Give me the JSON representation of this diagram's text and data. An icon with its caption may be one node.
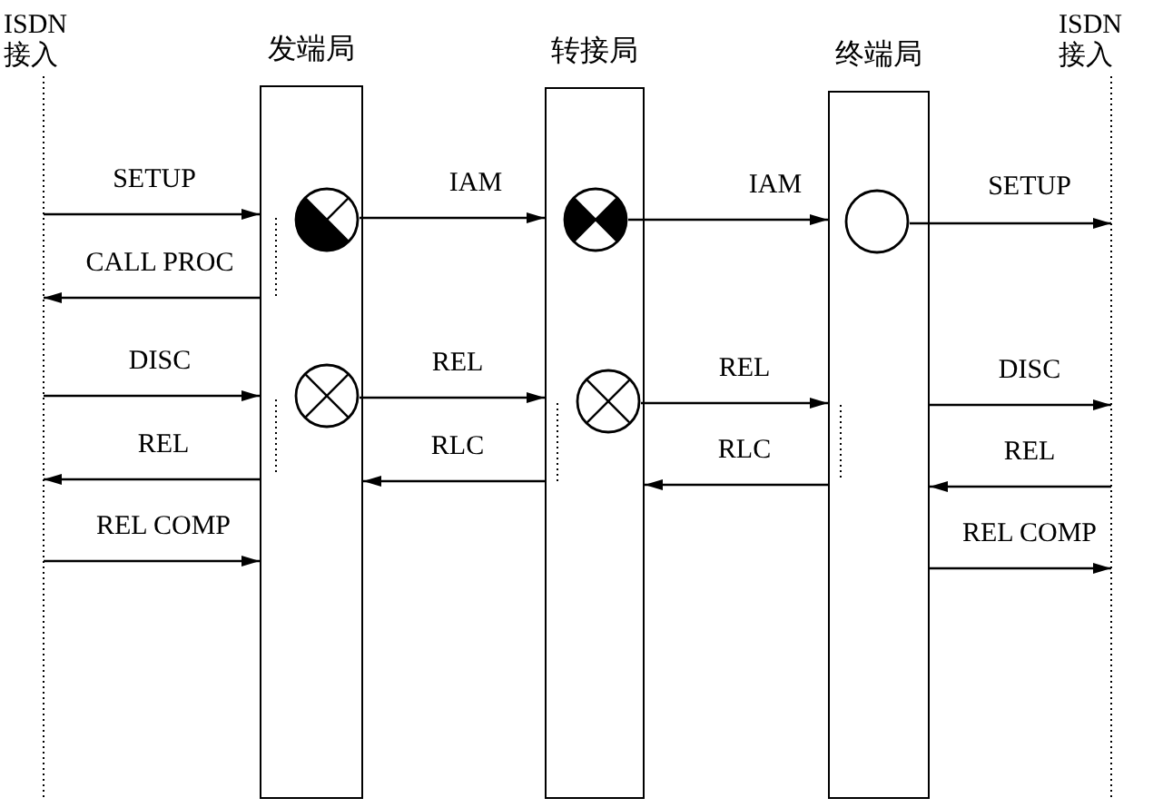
{
  "diagram": {
    "nodes": [
      {
        "text": [
          "ISDN 接入"
        ]
      },
      {
        "text": [
          "发端局"
        ]
      },
      {
        "text": [
          "转接局"
        ]
      },
      {
        "text": [
          "终端局"
        ]
      },
      {
        "text": [
          "ISDN 接入"
        ]
      },
      {
        "text": [],
        "shape": "circle",
        "in": 1
      },
      {
        "text": [],
        "shape": "circle",
        "in": 1
      },
      {
        "text": [],
        "shape": "circle",
        "in": 2
      },
      {
        "text": [],
        "shape": "circle",
        "in": 2
      },
      {
        "text": [],
        "shape": "circle",
        "in": 3
      }
    ],
    "edges": [
      {
        "from": 0,
        "to": 1,
        "arrow": "to",
        "label": "SETUP"
      },
      {
        "from": 5,
        "to": 2,
        "arrow": "to",
        "label": "IAM"
      },
      {
        "from": 7,
        "to": 3,
        "arrow": "to",
        "label": "IAM"
      },
      {
        "from": 9,
        "to": 4,
        "arrow": "to",
        "label": "SETUP"
      },
      {
        "from": 1,
        "to": 0,
        "arrow": "to",
        "label": "CALL PROC"
      },
      {
        "from": 0,
        "to": 1,
        "arrow": "to",
        "label": "DISC"
      },
      {
        "from": 6,
        "to": 2,
        "arrow": "to",
        "label": "REL"
      },
      {
        "from": 8,
        "to": 3,
        "arrow": "to",
        "label": "REL"
      },
      {
        "from": 3,
        "to": 4,
        "arrow": "to",
        "label": "DISC"
      },
      {
        "from": 1,
        "to": 0,
        "arrow": "to",
        "label": "REL"
      },
      {
        "from": 2,
        "to": 1,
        "arrow": "to",
        "label": "RLC"
      },
      {
        "from": 3,
        "to": 2,
        "arrow": "to",
        "label": "RLC"
      },
      {
        "from": 4,
        "to": 3,
        "arrow": "to",
        "label": "REL"
      },
      {
        "from": 0,
        "to": 1,
        "arrow": "to",
        "label": "REL COMP"
      },
      {
        "from": 3,
        "to": 4,
        "arrow": "to",
        "label": "REL COMP"
      }
    ]
  }
}
